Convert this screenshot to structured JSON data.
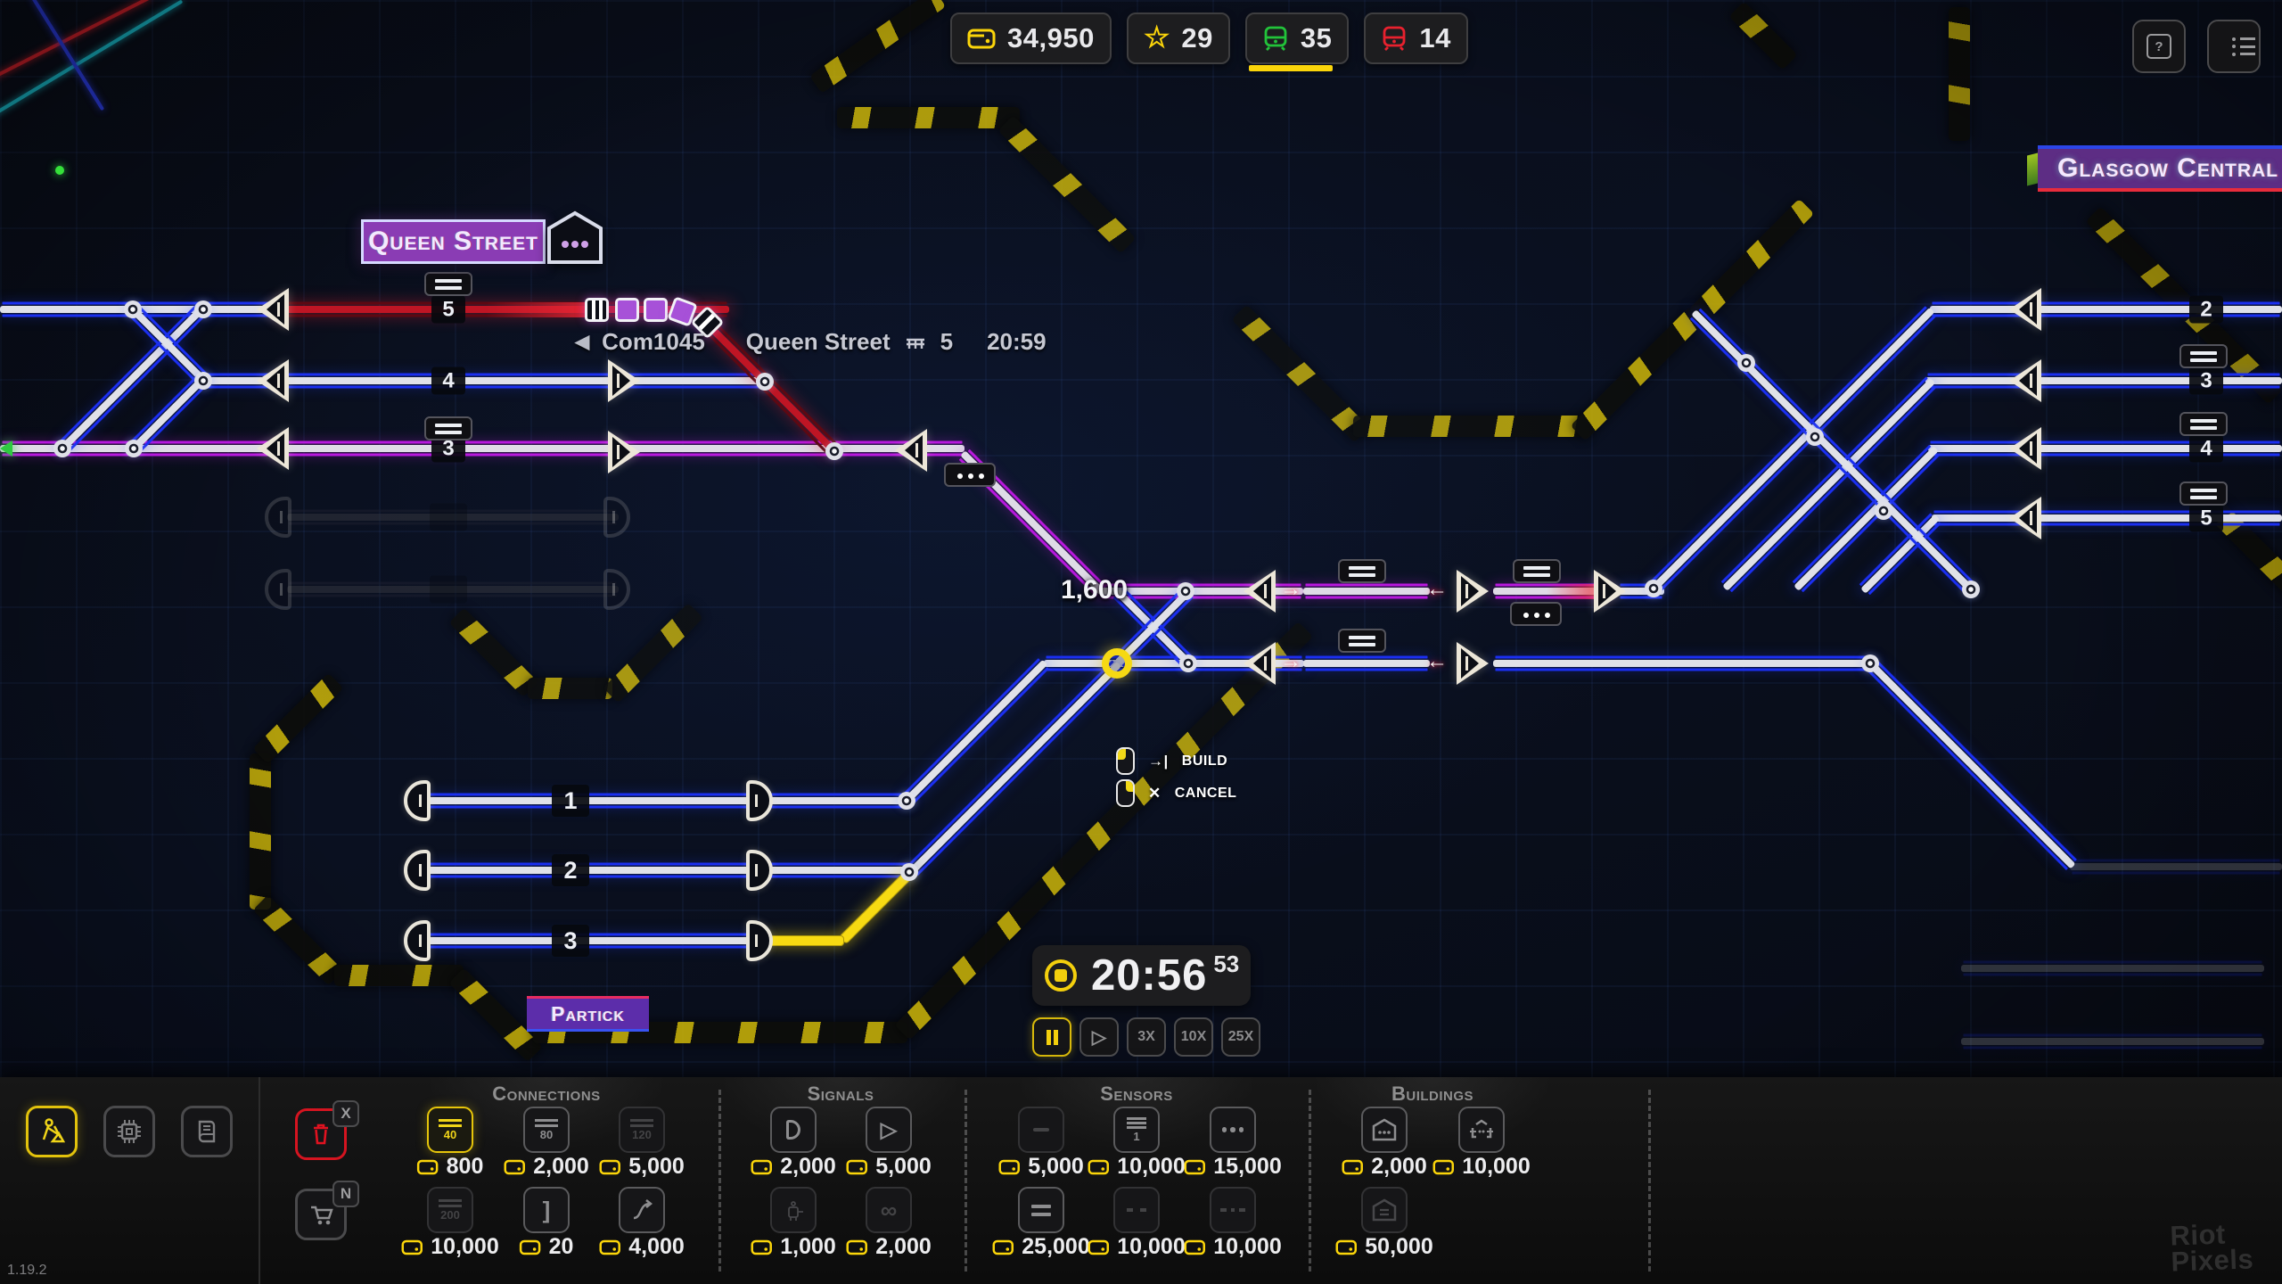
{
  "hud": {
    "money": "34,950",
    "stars": "29",
    "trains_green": "35",
    "trains_red": "14"
  },
  "icons": {
    "star": "☆",
    "play": "▷",
    "back_arrow": "◀"
  },
  "stations": {
    "glasgow_central": "Glasgow Central",
    "queen_street": "Queen Street",
    "partick": "Partick"
  },
  "train": {
    "id": "Com1045",
    "destination": "Queen Street",
    "platform": "5",
    "arrival": "20:59"
  },
  "build": {
    "cost": "1,600",
    "build_glyph": "→|",
    "build_label": "BUILD",
    "cancel_glyph": "✕",
    "cancel_label": "CANCEL"
  },
  "clock": {
    "time": "20:56",
    "seconds": "53",
    "speed_labels": [
      "3X",
      "10X",
      "25X"
    ]
  },
  "platforms": {
    "queen_street": [
      "5",
      "4",
      "3"
    ],
    "partick": [
      "1",
      "2",
      "3"
    ],
    "east": [
      "2",
      "3",
      "4",
      "5"
    ]
  },
  "toolbar": {
    "hotkeys": {
      "delete": "X",
      "shop": "N"
    },
    "sections": [
      {
        "title": "Connections",
        "items": [
          {
            "icon": "track-speed-40",
            "label": "40",
            "price": "800",
            "state": "selected"
          },
          {
            "icon": "track-speed-80",
            "label": "80",
            "price": "2,000",
            "state": "normal"
          },
          {
            "icon": "track-speed-120",
            "label": "120",
            "price": "5,000",
            "state": "disabled"
          },
          {
            "icon": "track-speed-200",
            "label": "200",
            "price": "10,000",
            "state": "disabled"
          },
          {
            "icon": "buffer-stop",
            "label": "]",
            "price": "20",
            "state": "normal"
          },
          {
            "icon": "switch-curve",
            "price": "4,000",
            "state": "normal"
          }
        ]
      },
      {
        "title": "Signals",
        "items": [
          {
            "icon": "signal",
            "price": "2,000",
            "state": "normal"
          },
          {
            "icon": "auto-signal",
            "price": "5,000",
            "state": "normal"
          },
          {
            "icon": "gantry-signal",
            "price": "1,000",
            "state": "disabled"
          },
          {
            "icon": "infinity-signal",
            "label": "∞",
            "price": "2,000",
            "state": "disabled"
          }
        ]
      },
      {
        "title": "Sensors",
        "items": [
          {
            "icon": "sensor-single",
            "price": "5,000",
            "state": "disabled"
          },
          {
            "icon": "sensor-timetable",
            "label": "1",
            "price": "10,000",
            "state": "normal"
          },
          {
            "icon": "sensor-dots",
            "price": "15,000",
            "state": "normal"
          },
          {
            "icon": "sensor-double",
            "price": "25,000",
            "state": "normal"
          },
          {
            "icon": "sensor-dash2",
            "price": "10,000",
            "state": "disabled"
          },
          {
            "icon": "sensor-dash3",
            "price": "10,000",
            "state": "disabled"
          }
        ]
      },
      {
        "title": "Buildings",
        "items": [
          {
            "icon": "station",
            "price": "2,000",
            "state": "normal"
          },
          {
            "icon": "station-through",
            "price": "10,000",
            "state": "normal"
          },
          {
            "icon": "depot",
            "price": "50,000",
            "state": "disabled"
          }
        ]
      }
    ]
  },
  "version": "1.19.2",
  "watermark": {
    "line1": "Riot",
    "line2": "Pixels"
  }
}
